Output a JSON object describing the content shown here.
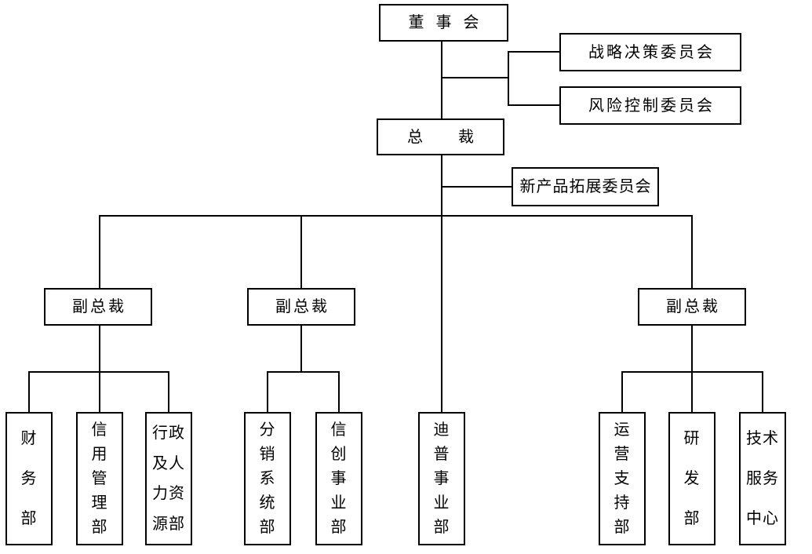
{
  "diagram": {
    "background_color": "#ffffff",
    "line_color": "#000000",
    "box_border_color": "#000000",
    "text_color": "#000000"
  },
  "nodes": {
    "board": "董 事 会",
    "president": "总    裁",
    "strategy_committee": "战略决策委员会",
    "risk_committee": "风险控制委员会",
    "new_product_committee": "新产品拓展委员会",
    "vp_left": "副总裁",
    "vp_middle": "副总裁",
    "vp_right": "副总裁"
  },
  "departments": [
    {
      "name": "财务部",
      "rows": [
        "财",
        "务",
        "部"
      ]
    },
    {
      "name": "信用管理部",
      "rows": [
        "信",
        "用",
        "管",
        "理",
        "部"
      ]
    },
    {
      "name": "行政及人力资源部",
      "rows": [
        "行政",
        "及人",
        "力资",
        "源部"
      ]
    },
    {
      "name": "分销系统部",
      "rows": [
        "分",
        "销",
        "系",
        "统",
        "部"
      ]
    },
    {
      "name": "信创事业部",
      "rows": [
        "信",
        "创",
        "事",
        "业",
        "部"
      ]
    },
    {
      "name": "迪普事业部",
      "rows": [
        "迪",
        "普",
        "事",
        "业",
        "部"
      ]
    },
    {
      "name": "运营支持部",
      "rows": [
        "运",
        "营",
        "支",
        "持",
        "部"
      ]
    },
    {
      "name": "研发部",
      "rows": [
        "研",
        "发",
        "部"
      ]
    },
    {
      "name": "技术服务中心",
      "rows": [
        "技术",
        "服务",
        "中心"
      ]
    }
  ]
}
